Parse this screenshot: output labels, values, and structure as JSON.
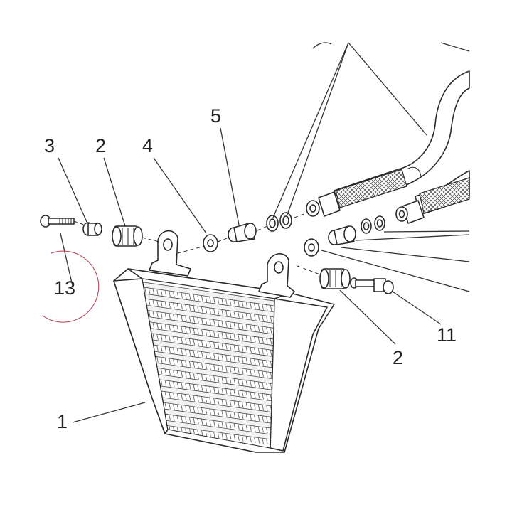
{
  "diagram": {
    "callouts": [
      {
        "id": "c1",
        "text": "1"
      },
      {
        "id": "c2a",
        "text": "2"
      },
      {
        "id": "c2b",
        "text": "2"
      },
      {
        "id": "c3",
        "text": "3"
      },
      {
        "id": "c4",
        "text": "4"
      },
      {
        "id": "c5",
        "text": "5"
      },
      {
        "id": "c11",
        "text": "11"
      },
      {
        "id": "c13",
        "text": "13"
      }
    ],
    "colors": {
      "ink": "#2a2a2a",
      "highlight_circle": "#b03a48",
      "background": "#ffffff"
    }
  }
}
